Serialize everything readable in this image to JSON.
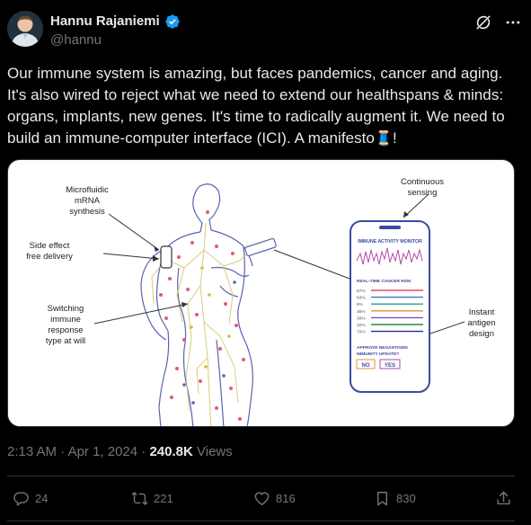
{
  "author": {
    "name": "Hannu Rajaniemi",
    "handle": "@hannu",
    "verified": true,
    "accent_color": "#1d9bf0"
  },
  "post": {
    "text_before_emoji": "Our immune system is amazing, but faces pandemics, cancer and aging. It's also wired to reject what we need to extend our healthspans & minds: organs, implants, new genes. It's time to radically augment it. We need to build an immune-computer interface (ICI). A manifesto",
    "emoji": "🧵",
    "text_after_emoji": "!"
  },
  "figure": {
    "labels": {
      "microfluidic": [
        "Microfluidic",
        "mRNA",
        "synthesis"
      ],
      "side_effect": [
        "Side effect",
        "free delivery"
      ],
      "switching": [
        "Switching",
        "immune",
        "response",
        "type at will"
      ],
      "continuous": [
        "Continuous",
        "sensing"
      ],
      "instant": [
        "Instant",
        "antigen",
        "design"
      ]
    },
    "phone": {
      "monitor_title": "IMMUNE ACTIVITY MONITOR",
      "risk_title": "REAL-TIME CANCER RISK",
      "risk_rows": [
        {
          "pct": "57%",
          "color": "#e24a6b"
        },
        {
          "pct": "63%",
          "color": "#3c79c8"
        },
        {
          "pct": "8%",
          "color": "#27a38a"
        },
        {
          "pct": "36%",
          "color": "#e8912f"
        },
        {
          "pct": "38%",
          "color": "#7a4fbf"
        },
        {
          "pct": "22%",
          "color": "#2b8a3e"
        },
        {
          "pct": "70%",
          "color": "#2d2d8a"
        }
      ],
      "approve_title": [
        "APPROVE NEOANTIGEN",
        "IMMUNITY UPDATE?"
      ],
      "no_label": "NO",
      "yes_label": "YES"
    }
  },
  "meta": {
    "time": "2:13 AM",
    "separator": "·",
    "date": "Apr 1, 2024",
    "views_count": "240.8K",
    "views_label": "Views"
  },
  "actions": {
    "replies": "24",
    "reposts": "221",
    "likes": "816",
    "bookmarks": "830"
  },
  "icons": [
    "verified-badge-icon",
    "grok-icon",
    "more-icon",
    "reply-icon",
    "repost-icon",
    "like-icon",
    "bookmark-icon",
    "share-icon"
  ]
}
